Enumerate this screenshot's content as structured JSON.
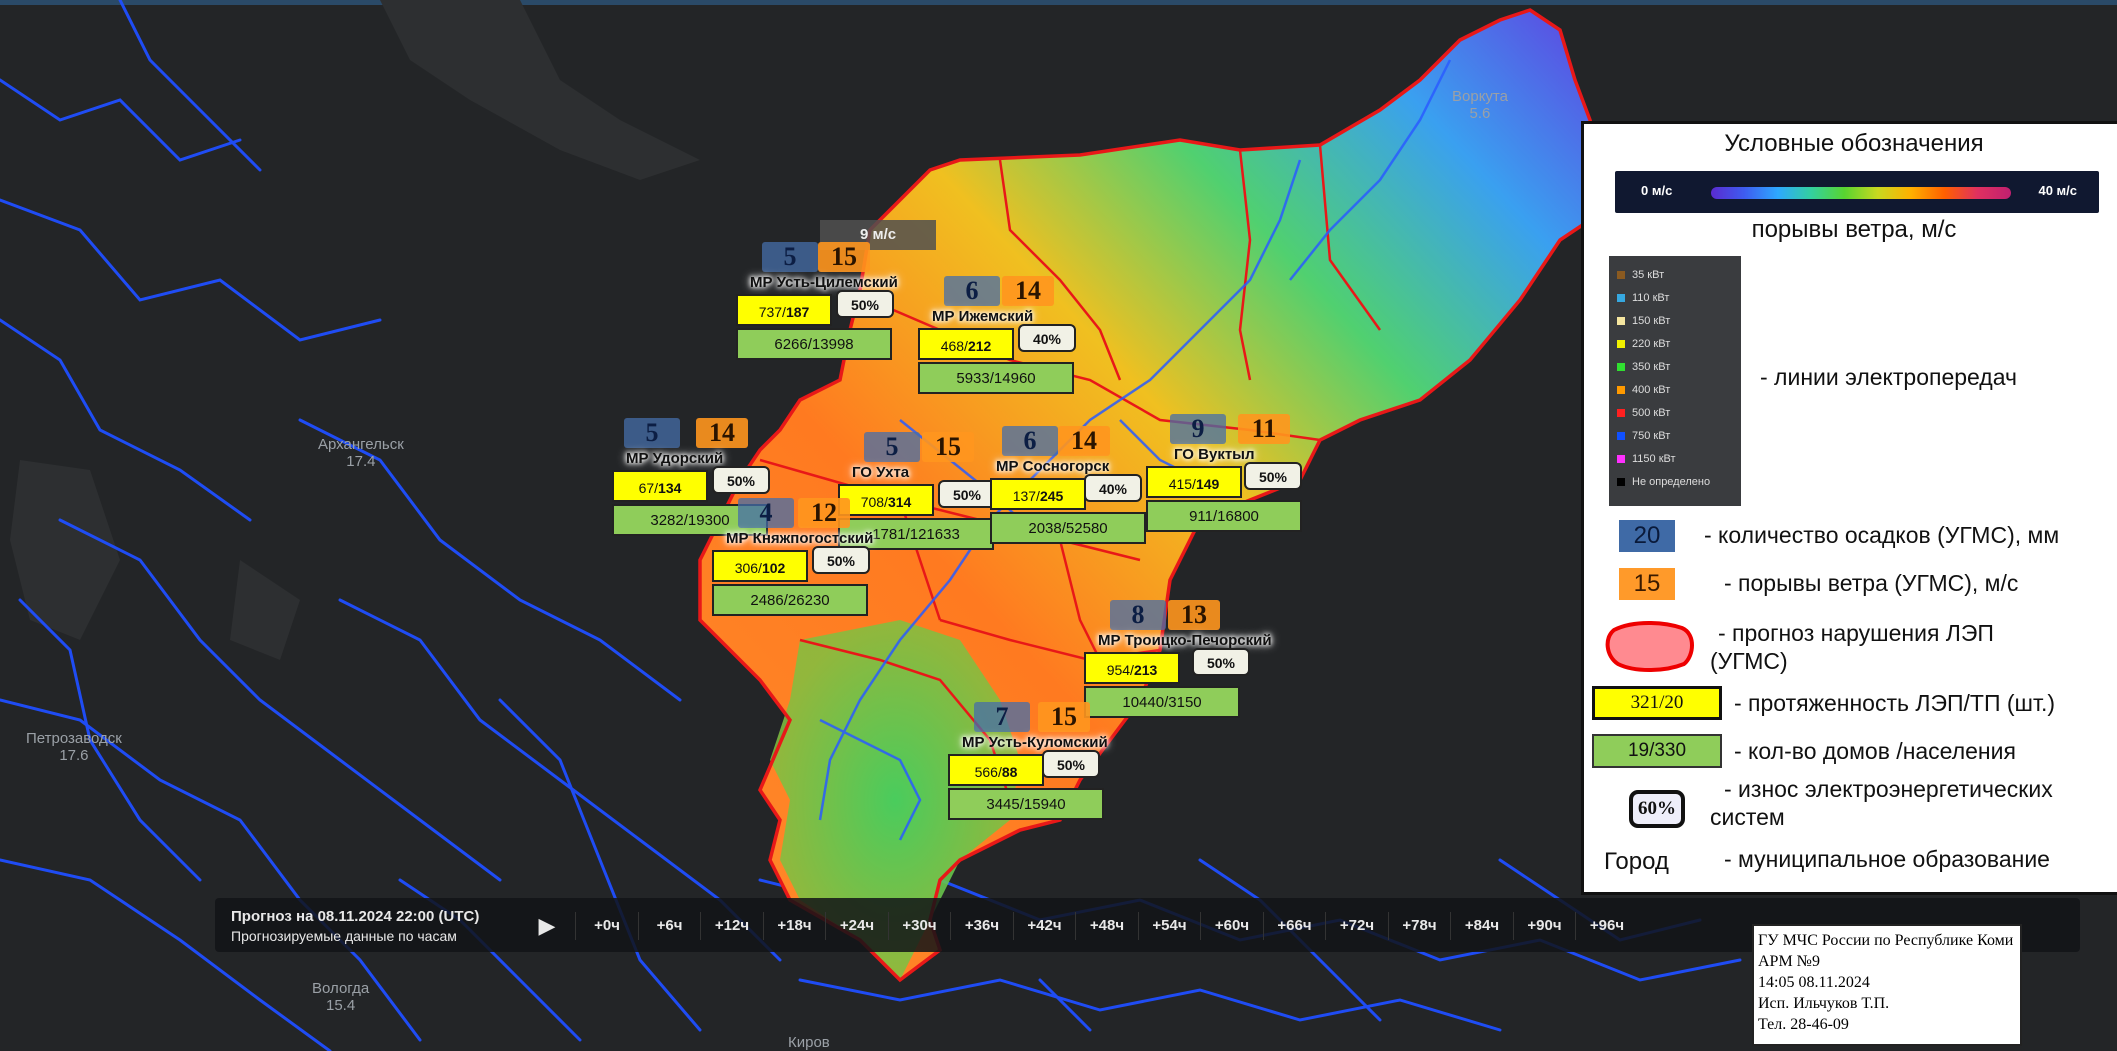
{
  "cities": [
    {
      "name": "Воркута",
      "value": "5.6"
    },
    {
      "name": "Архангельск",
      "value": "17.4"
    },
    {
      "name": "Петрозаводск",
      "value": "17.6"
    },
    {
      "name": "Вологда",
      "value": "15.4"
    },
    {
      "name": "Киров",
      "value": ""
    }
  ],
  "gust_tooltip": "9 м/с",
  "districts": [
    {
      "name": "МР Усть-Цилемский",
      "precip": "5",
      "gust": "15",
      "lep_a": "737",
      "lep_b": "187",
      "wear": "50%",
      "houses": "6266/13998"
    },
    {
      "name": "МР Ижемский",
      "precip": "6",
      "gust": "14",
      "lep_a": "468",
      "lep_b": "212",
      "wear": "40%",
      "houses": "5933/14960"
    },
    {
      "name": "МР Удорский",
      "precip": "5",
      "gust": "14",
      "lep_a": "67",
      "lep_b": "134",
      "wear": "50%",
      "houses": "3282/19300"
    },
    {
      "name": "ГО Ухта",
      "precip": "5",
      "gust": "15",
      "lep_a": "708",
      "lep_b": "314",
      "wear": "50%",
      "houses": "1781/121633"
    },
    {
      "name": "МР Сосногорск",
      "precip": "6",
      "gust": "14",
      "lep_a": "137",
      "lep_b": "245",
      "wear": "40%",
      "houses": "2038/52580"
    },
    {
      "name": "ГО Вуктыл",
      "precip": "9",
      "gust": "11",
      "lep_a": "415",
      "lep_b": "149",
      "wear": "50%",
      "houses": "911/16800"
    },
    {
      "name": "МР Княжпогостский",
      "precip": "4",
      "gust": "12",
      "lep_a": "306",
      "lep_b": "102",
      "wear": "50%",
      "houses": "2486/26230"
    },
    {
      "name": "МР Троицко-Печорский",
      "precip": "8",
      "gust": "13",
      "lep_a": "954",
      "lep_b": "213",
      "wear": "50%",
      "houses": "10440/3150"
    },
    {
      "name": "МР Усть-Куломский",
      "precip": "7",
      "gust": "15",
      "lep_a": "566",
      "lep_b": "88",
      "wear": "50%",
      "houses": "3445/15940"
    }
  ],
  "legend": {
    "title": "Условные обозначения",
    "grad_min": "0 м/с",
    "grad_max": "40 м/с",
    "grad_caption": "порывы ветра, м/с",
    "voltage": [
      {
        "label": "35 кВт",
        "color": "#8a5a20"
      },
      {
        "label": "110 кВт",
        "color": "#36a8e0"
      },
      {
        "label": "150 кВт",
        "color": "#f5e6a0"
      },
      {
        "label": "220 кВт",
        "color": "#f0f000"
      },
      {
        "label": "350 кВт",
        "color": "#30e030"
      },
      {
        "label": "400 кВт",
        "color": "#ff9a00"
      },
      {
        "label": "500 кВт",
        "color": "#ff2020"
      },
      {
        "label": "750 кВт",
        "color": "#1050ff"
      },
      {
        "label": "1150 кВт",
        "color": "#ff30ff"
      },
      {
        "label": "Не определено",
        "color": "#000000"
      }
    ],
    "lines_text": "- линии электропередач",
    "precip_sample": "20",
    "precip_text": "- количество осадков (УГМС), мм",
    "gust_sample": "15",
    "gust_text": "- порывы ветра (УГМС), м/с",
    "forecast_text_1": "- прогноз нарушения ЛЭП",
    "forecast_text_2": "(УГМС)",
    "lep_sample": "321/20",
    "lep_text": "- протяженность ЛЭП/ТП (шт.)",
    "houses_sample": "19/330",
    "houses_text": "- кол-во домов /населения",
    "wear_sample": "60%",
    "wear_text_1": "- износ электроэнергетических",
    "wear_text_2": "систем",
    "city_sample": "Город",
    "city_text": "- муниципальное образование"
  },
  "timeline": {
    "title": "Прогноз на 08.11.2024 22:00 (UTC)",
    "subtitle": "Прогнозируемые данные по часам",
    "steps": [
      "+0ч",
      "+6ч",
      "+12ч",
      "+18ч",
      "+24ч",
      "+30ч",
      "+36ч",
      "+42ч",
      "+48ч",
      "+54ч",
      "+60ч",
      "+66ч",
      "+72ч",
      "+78ч",
      "+84ч",
      "+90ч",
      "+96ч"
    ]
  },
  "stamp": {
    "line1": "ГУ МЧС России по Республике Коми",
    "line2": "АРМ №9",
    "line3": "14:05  08.11.2024",
    "line4": "Исп. Ильчуков Т.П.",
    "line5": "Тел. 28-46-09"
  }
}
